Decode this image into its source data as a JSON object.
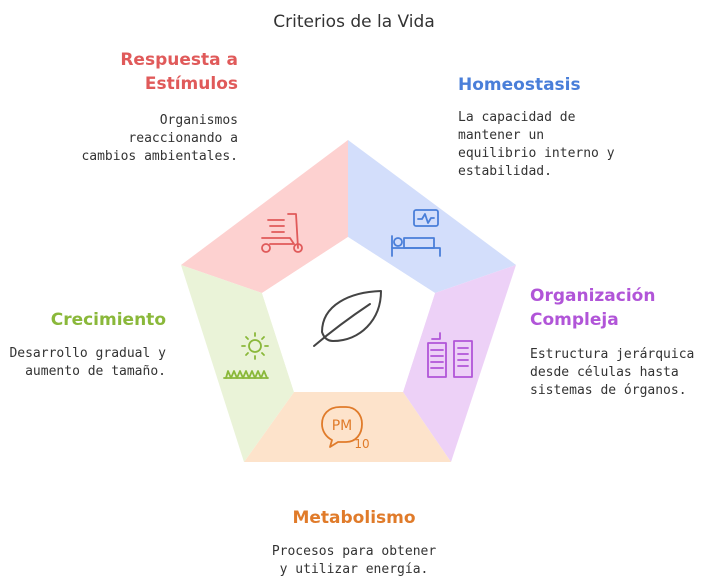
{
  "title": "Criterios de la Vida",
  "colors": {
    "red": "#e05a5a",
    "blue": "#4a7fd9",
    "purple": "#b155d8",
    "green": "#8ab83a",
    "orange": "#e07b2a"
  },
  "sections": {
    "respuesta": {
      "heading": "Respuesta a\nEstímulos",
      "desc": "Organismos\nreaccionando a\ncambios ambientales.",
      "icon": "scooter-icon"
    },
    "homeostasis": {
      "heading": "Homeostasis",
      "desc": "La capacidad de\nmantener un\nequilibrio interno y\nestabilidad.",
      "icon": "hospital-bed-monitor-icon"
    },
    "organizacion": {
      "heading": "Organización\nCompleja",
      "desc": "Estructura jerárquica\ndesde células hasta\nsistemas de órganos.",
      "icon": "buildings-icon"
    },
    "crecimiento": {
      "heading": "Crecimiento",
      "desc": "Desarrollo gradual y\naumento de tamaño.",
      "icon": "sun-grass-icon"
    },
    "metabolismo": {
      "heading": "Metabolismo",
      "desc": "Procesos para obtener\ny utilizar energía.",
      "icon": "pm10-bubble-icon",
      "icon_text_top": "PM",
      "icon_text_bottom": "10"
    }
  },
  "center_icon": "leaf-icon"
}
